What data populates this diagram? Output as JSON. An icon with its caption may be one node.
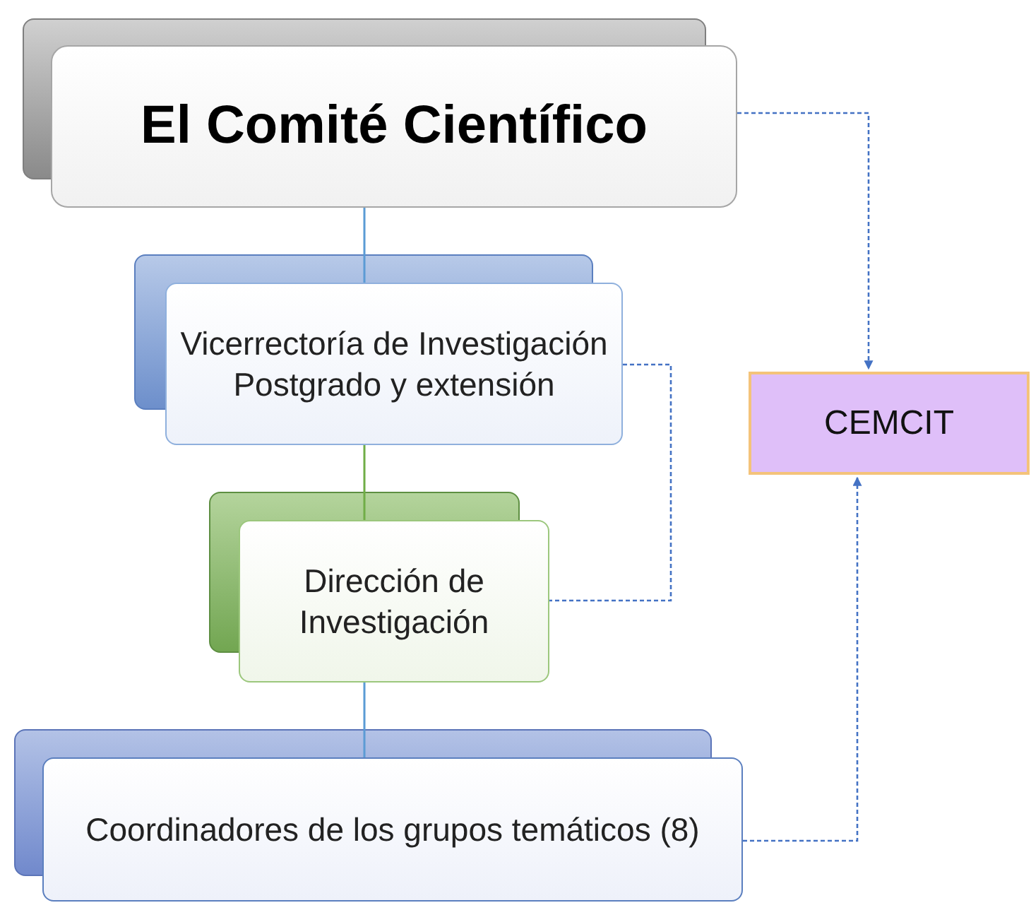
{
  "diagram": {
    "nodes": [
      {
        "text": [
          "El Comité Científico"
        ]
      },
      {
        "text": [
          "Vicerrectoría de Investigación Postgrado y extensión"
        ]
      },
      {
        "text": [
          "Dirección de Investigación"
        ]
      },
      {
        "text": [
          "Coordinadores de los grupos temáticos (8)"
        ]
      },
      {
        "text": [
          "CEMCIT"
        ]
      }
    ],
    "edges": [
      {
        "from": 0,
        "to": 1,
        "arrow": "none"
      },
      {
        "from": 1,
        "to": 2,
        "arrow": "none",
        "color": "#70ad47"
      },
      {
        "from": 2,
        "to": 3,
        "arrow": "none"
      },
      {
        "from": 0,
        "to": 4,
        "arrow": "to",
        "style": "dashed"
      },
      {
        "from": 1,
        "to": 2,
        "arrow": "none",
        "style": "dashed"
      },
      {
        "from": 3,
        "to": 4,
        "arrow": "to",
        "style": "dashed"
      }
    ]
  }
}
